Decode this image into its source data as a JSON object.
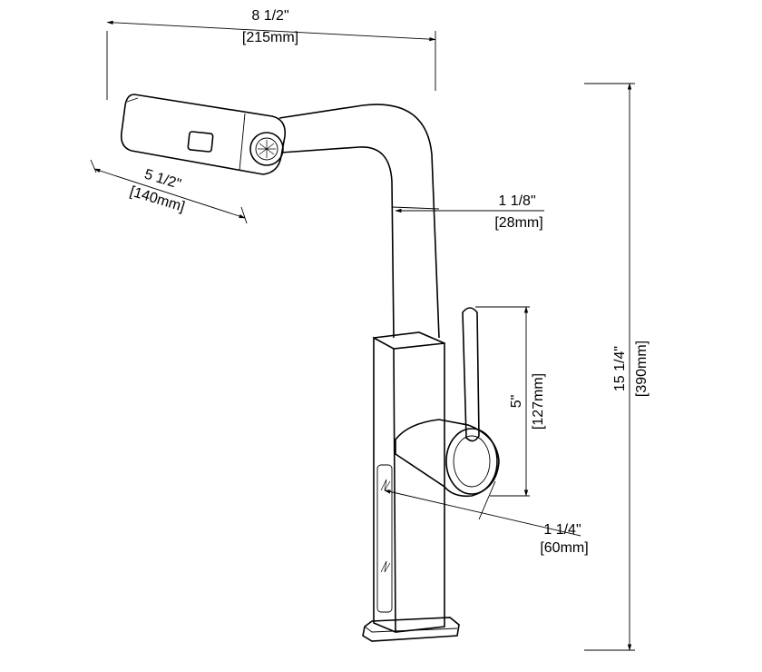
{
  "dimensions": {
    "width_top": {
      "imperial": "8 1/2\"",
      "metric": "[215mm]"
    },
    "spout_length": {
      "imperial": "5 1/2\"",
      "metric": "[140mm]"
    },
    "neck_dia": {
      "imperial": "1 1/8\"",
      "metric": "[28mm]"
    },
    "handle_height": {
      "imperial": "5\"",
      "metric": "[127mm]"
    },
    "base_dia": {
      "imperial": "1 1/4\"",
      "metric": "[60mm]"
    },
    "total_height": {
      "imperial": "15 1/4\"",
      "metric": "[390mm]"
    }
  }
}
